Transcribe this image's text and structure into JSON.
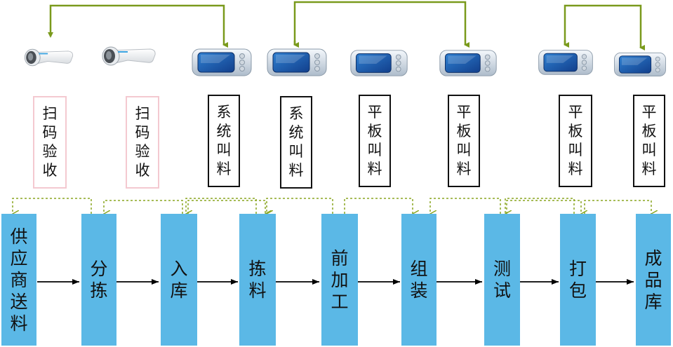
{
  "colors": {
    "stage_fill": "#5bb8e6",
    "top_arrow": "#7a9a1c",
    "dotted_arrow": "#8aa620",
    "flow_arrow": "#000000",
    "label_border_scan": "#f4c9d0",
    "label_border_other": "#111111"
  },
  "devices": [
    {
      "kind": "scanner",
      "icon": "barcode-scanner-icon"
    },
    {
      "kind": "scanner",
      "icon": "barcode-scanner-icon"
    },
    {
      "kind": "tablet",
      "icon": "tablet-icon"
    },
    {
      "kind": "tablet",
      "icon": "tablet-icon"
    },
    {
      "kind": "tablet",
      "icon": "tablet-icon"
    },
    {
      "kind": "tablet",
      "icon": "tablet-icon"
    },
    {
      "kind": "tablet",
      "icon": "tablet-icon"
    },
    {
      "kind": "tablet",
      "icon": "tablet-icon"
    }
  ],
  "labels": [
    {
      "chars": [
        "扫",
        "码",
        "验",
        "收"
      ]
    },
    {
      "chars": [
        "扫",
        "码",
        "验",
        "收"
      ]
    },
    {
      "chars": [
        "系",
        "统",
        "叫",
        "料"
      ]
    },
    {
      "chars": [
        "系",
        "统",
        "叫",
        "料"
      ]
    },
    {
      "chars": [
        "平",
        "板",
        "叫",
        "料"
      ]
    },
    {
      "chars": [
        "平",
        "板",
        "叫",
        "料"
      ]
    },
    {
      "chars": [
        "平",
        "板",
        "叫",
        "料"
      ]
    },
    {
      "chars": [
        "平",
        "板",
        "叫",
        "料"
      ]
    }
  ],
  "stages": [
    {
      "chars": [
        "供",
        "应",
        "商",
        "送",
        "料"
      ]
    },
    {
      "chars": [
        "分",
        "拣"
      ]
    },
    {
      "chars": [
        "入",
        "库"
      ]
    },
    {
      "chars": [
        "拣",
        "料"
      ]
    },
    {
      "chars": [
        "前",
        "加",
        "工"
      ]
    },
    {
      "chars": [
        "组",
        "装"
      ]
    },
    {
      "chars": [
        "测",
        "试"
      ]
    },
    {
      "chars": [
        "打",
        "包"
      ]
    },
    {
      "chars": [
        "成",
        "品",
        "库"
      ]
    }
  ]
}
